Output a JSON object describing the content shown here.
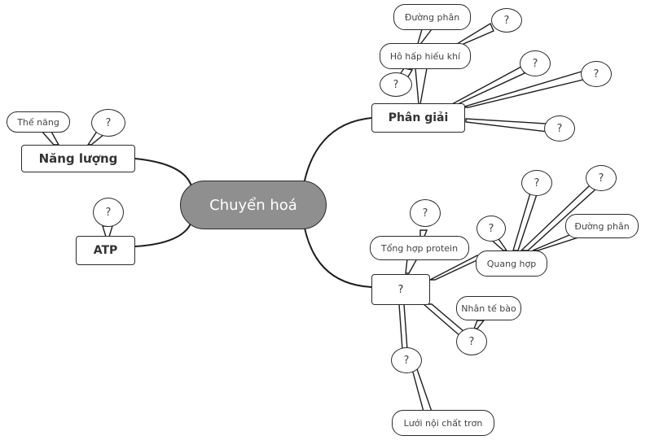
{
  "center": {
    "label": "Chuyển hoá",
    "color": "#8f8f8f"
  },
  "branches": {
    "nang_luong": {
      "label": "Năng lượng",
      "children": [
        "Thế năng",
        "?"
      ]
    },
    "atp": {
      "label": "ATP",
      "children": [
        "?"
      ]
    },
    "phan_giai": {
      "label": "Phân giải",
      "children": [
        "Hô hấp hiếu khí",
        "?",
        "?",
        "?"
      ],
      "ho_hap_hieu_khi": {
        "label": "Hô hấp hiếu khí",
        "children": [
          "Đường phân",
          "?",
          "?"
        ]
      }
    },
    "unknown": {
      "label": "?",
      "children": [
        "Tổng hợp protein",
        "Quang hợp",
        "?",
        "?"
      ],
      "tong_hop_protein": {
        "label": "Tổng hợp protein",
        "children": [
          "?"
        ]
      },
      "quang_hop": {
        "label": "Quang hợp",
        "children": [
          "?",
          "?",
          "?",
          "Đường phân"
        ]
      },
      "q_right": {
        "label": "?",
        "children": [
          "Nhân tế bào"
        ]
      },
      "q_bottom": {
        "label": "?",
        "children": [
          "Lưới nội chất trơn"
        ]
      }
    }
  },
  "unknown_marker": "?"
}
